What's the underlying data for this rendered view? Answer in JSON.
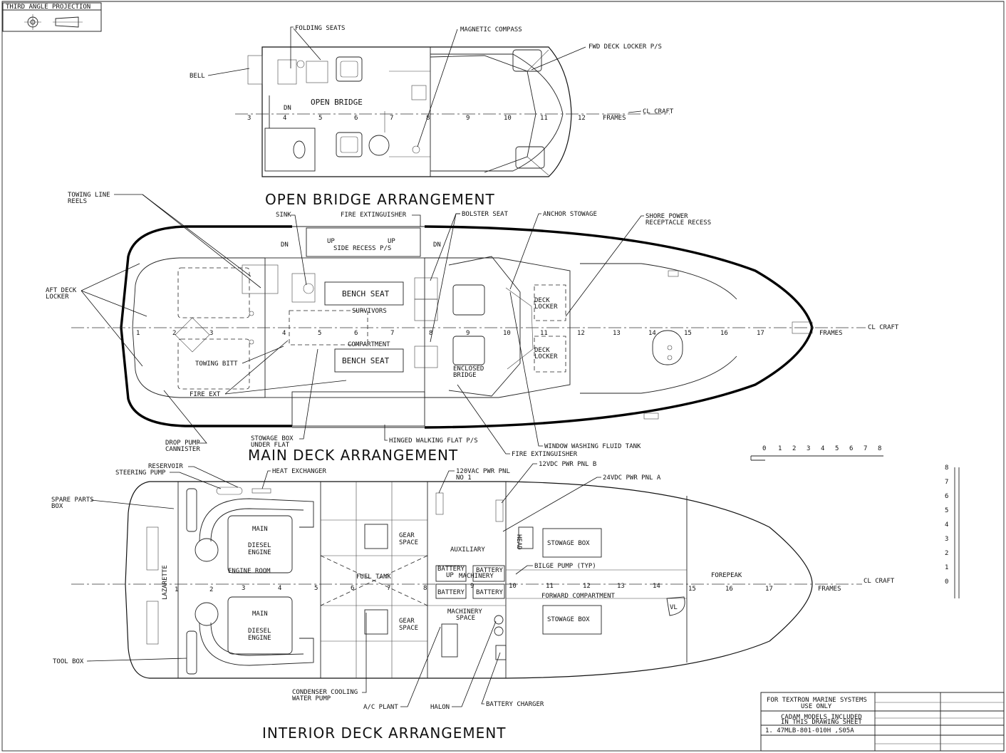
{
  "projection": {
    "title": "THIRD ANGLE PROJECTION"
  },
  "views": {
    "open_bridge": "OPEN BRIDGE ARRANGEMENT",
    "main_deck": "MAIN DECK ARRANGEMENT",
    "interior_deck": "INTERIOR DECK ARRANGEMENT"
  },
  "open_bridge": {
    "folding_seats": "FOLDING SEATS",
    "magnetic_compass": "MAGNETIC COMPASS",
    "fwd_deck_locker": "FWD DECK LOCKER P/S",
    "bell": "BELL",
    "open_bridge": "OPEN BRIDGE",
    "dn": "DN",
    "frames_label": "FRAMES",
    "cl_craft": "CL CRAFT",
    "frames": [
      "3",
      "4",
      "5",
      "6",
      "7",
      "8",
      "9",
      "10",
      "11",
      "12"
    ]
  },
  "main_deck": {
    "towing_line_reels": [
      "TOWING LINE",
      "REELS"
    ],
    "sink": "SINK",
    "fire_extinguisher_top": "FIRE EXTINGUISHER",
    "bolster_seat": "BOLSTER SEAT",
    "anchor_stowage": "ANCHOR STOWAGE",
    "shore_power": [
      "SHORE POWER",
      "RECEPTACLE RECESS"
    ],
    "side_recess": "SIDE RECESS P/S",
    "up": "UP",
    "dn": "DN",
    "aft_deck_locker": [
      "AFT DECK",
      "LOCKER"
    ],
    "bench_seat": "BENCH SEAT",
    "survivors": "SURVIVORS",
    "compartment": "COMPARTMENT",
    "deck_locker": [
      "DECK",
      "LOCKER"
    ],
    "towing_bitt": "TOWING BITT",
    "fire_ext": "FIRE EXT",
    "enclosed_bridge": [
      "ENCLOSED",
      "BRIDGE"
    ],
    "drop_pump": [
      "DROP PUMP",
      "CANNISTER"
    ],
    "stowage_box": [
      "STOWAGE BOX",
      "UNDER FLAT"
    ],
    "hinged_walking_flat": "HINGED WALKING FLAT P/S",
    "fire_extinguisher_bottom": "FIRE EXTINGUISHER",
    "window_washing": "WINDOW WASHING FLUID TANK",
    "frames_label": "FRAMES",
    "cl_craft": "CL CRAFT",
    "frames": [
      "1",
      "2",
      "3",
      "4",
      "5",
      "6",
      "7",
      "8",
      "9",
      "10",
      "11",
      "12",
      "13",
      "14",
      "15",
      "16",
      "17"
    ]
  },
  "scale": {
    "ticks": [
      "0",
      "1",
      "2",
      "3",
      "4",
      "5",
      "6",
      "7",
      "8"
    ]
  },
  "interior_deck": {
    "reservoir": "RESERVOIR",
    "steering_pump": "STEERING PUMP",
    "heat_exchanger": "HEAT EXCHANGER",
    "vac_pnl": [
      "120VAC PWR PNL",
      "NO 1"
    ],
    "vdc12": "12VDC PWR PNL B",
    "vdc24": "24VDC PWR PNL A",
    "spare_parts": [
      "SPARE PARTS",
      "BOX"
    ],
    "main": "MAIN",
    "diesel_engine": [
      "DIESEL",
      "ENGINE"
    ],
    "gear_space": [
      "GEAR",
      "SPACE"
    ],
    "auxiliary": "AUXILIARY",
    "head": "HEAD",
    "stowage_box": "STOWAGE BOX",
    "engine_room": "ENGINE ROOM",
    "lazarette": "LAZARETTE",
    "fuel_tank": "FUEL TANK",
    "battery": "BATTERY",
    "up": "UP",
    "machinery": "MACHINERY",
    "bilge_pump": "BILGE PUMP (TYP)",
    "forepeak": "FOREPEAK",
    "forward_compartment": "FORWARD COMPARTMENT",
    "frames_label": "FRAMES",
    "cl_craft": "CL CRAFT",
    "machinery_space": [
      "MACHINERY",
      "SPACE"
    ],
    "vl": "VL",
    "tool_box": "TOOL BOX",
    "condenser": [
      "CONDENSER COOLING",
      "WATER PUMP"
    ],
    "ac_plant": "A/C PLANT",
    "halon": "HALON",
    "battery_charger": "BATTERY CHARGER",
    "frames": [
      "1",
      "2",
      "3",
      "4",
      "5",
      "6",
      "7",
      "8",
      "9",
      "10",
      "11",
      "12",
      "13",
      "14",
      "15",
      "16",
      "17"
    ]
  },
  "right_scale": {
    "ticks": [
      "8",
      "7",
      "6",
      "5",
      "4",
      "3",
      "2",
      "1",
      "0"
    ]
  },
  "title_block": {
    "line1": "FOR TEXTRON MARINE SYSTEMS",
    "line2": "USE ONLY",
    "line3": "CADAM MODELS INCLUDED",
    "line4": "IN THIS DRAWING SHEET",
    "line5": "1.  47MLB-801-010H   ,S05A"
  }
}
